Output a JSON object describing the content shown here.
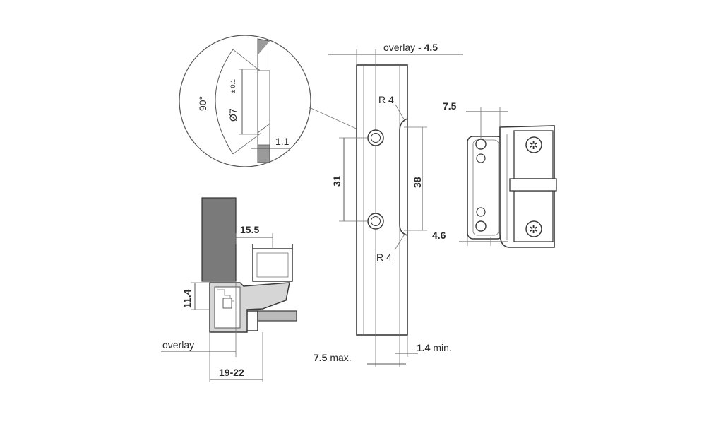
{
  "dimensions": {
    "overlay_minus": "overlay - ",
    "overlay_minus_value": "4.5",
    "r4_top": "R 4",
    "r4_bottom": "R 4",
    "d31": "31",
    "d38": "38",
    "d75_max": "7.5",
    "d75_max_suffix": "max.",
    "d14_min": "1.4",
    "d14_min_suffix": "min.",
    "d75": "7.5",
    "d46": "4.6",
    "d155": "15.5",
    "d114": "11.4",
    "overlay": "overlay",
    "d1922": "19-22",
    "angle": "90°",
    "dia_prefix": "Ø",
    "dia": "7",
    "tol": "± 0.1",
    "d11": "1.1"
  },
  "colors": {
    "line": "#555555",
    "part_fill": "#e3e3e3",
    "door_fill": "#7a7a7a"
  }
}
